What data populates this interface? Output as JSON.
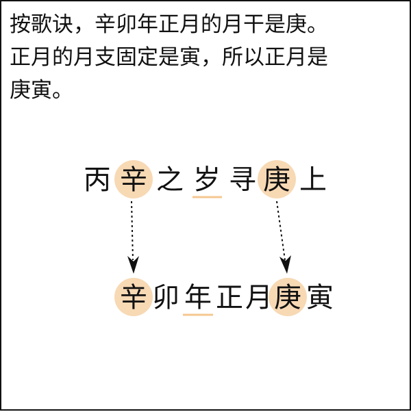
{
  "intro": {
    "line1": "按歌诀，辛卯年正月的月干是庚。",
    "line2": "正月的月支固定是寅，所以正月是",
    "line3": "庚寅。"
  },
  "verse": [
    "丙",
    "辛",
    "之",
    "岁",
    "寻",
    "庚",
    "上"
  ],
  "result": [
    "辛",
    "卯",
    "年",
    "正",
    "月",
    "庚",
    "寅"
  ],
  "colors": {
    "highlight": "#f7d9b4",
    "underline": "#f6c790",
    "text": "#111111"
  }
}
